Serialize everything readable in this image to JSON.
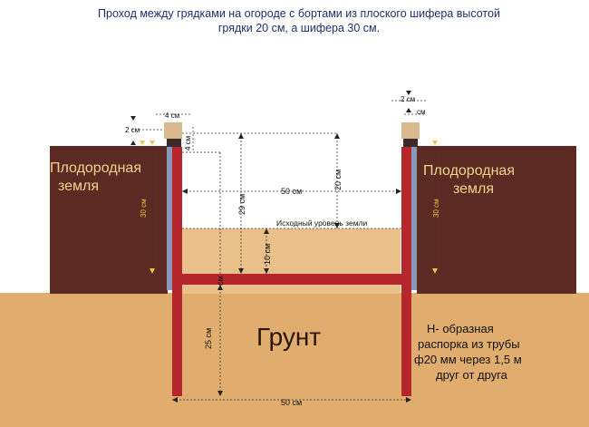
{
  "title_line1": "Проход между грядками на огороде с бортами из плоского шифера высотой",
  "title_line2": "грядки 20 см, а шифера 30 см.",
  "labels": {
    "fertile_left_1": "Плодородная",
    "fertile_left_2": "земля",
    "fertile_right_1": "Плодородная",
    "fertile_right_2": "земля",
    "ground": "Грунт",
    "original_level": "Исходный уровень земли",
    "brace_1": "Н- образная",
    "brace_2": "распорка из трубы",
    "brace_3": "ф20 мм через 1,5 м",
    "brace_4": "друг от друга"
  },
  "dimensions": {
    "top_width_left": "4 см",
    "cap_left": "2 см",
    "cap_small_left": "4 см",
    "top_right_2cm": "2 см",
    "top_right_cm": "см",
    "width_mid": "50 см",
    "width_bottom": "50 см",
    "bed_height": "20 см",
    "pipe_29": "29 см",
    "level_10": "10 см",
    "slate_left": "30 см",
    "slate_right": "30 см",
    "depth_25": "25 см",
    "center_cm": "см"
  },
  "colors": {
    "fertile_soil": "#5b2a22",
    "ground": "#e0ad6e",
    "pit_soil": "#e9c08a",
    "pipe": "#b5272d",
    "slate": "#8a98b8",
    "cap": "#d9b98e",
    "dim_line": "#222222",
    "text_light": "#f2d48c"
  }
}
